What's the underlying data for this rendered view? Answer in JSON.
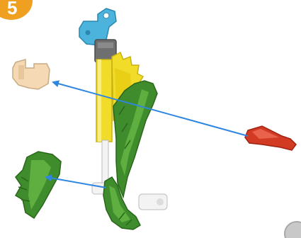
{
  "step": {
    "number": "5"
  },
  "colors": {
    "badge": "#f0a020",
    "arrow": "#2f86e0",
    "green": "#3f8c2c",
    "yellow": "#f2dc2a",
    "blue_connector": "#4bb3dc",
    "red_rod": "#d23a24",
    "tan_connector": "#f4d9b4",
    "grey_connector": "#6f6f6f",
    "white_rod": "#f3f3f3"
  },
  "parts": {
    "blue_connector": "blue-connector",
    "grey_connector": "grey-connector",
    "yellow_rod": "yellow-rod",
    "yellow_gear": "yellow-gear",
    "green_leaf_right": "green-leaf-right",
    "green_leaf_left": "green-leaf-left",
    "green_leaf_bottom": "green-leaf-bottom",
    "tan_connector": "tan-connector",
    "red_rod": "red-rod",
    "white_rod": "white-rod"
  }
}
